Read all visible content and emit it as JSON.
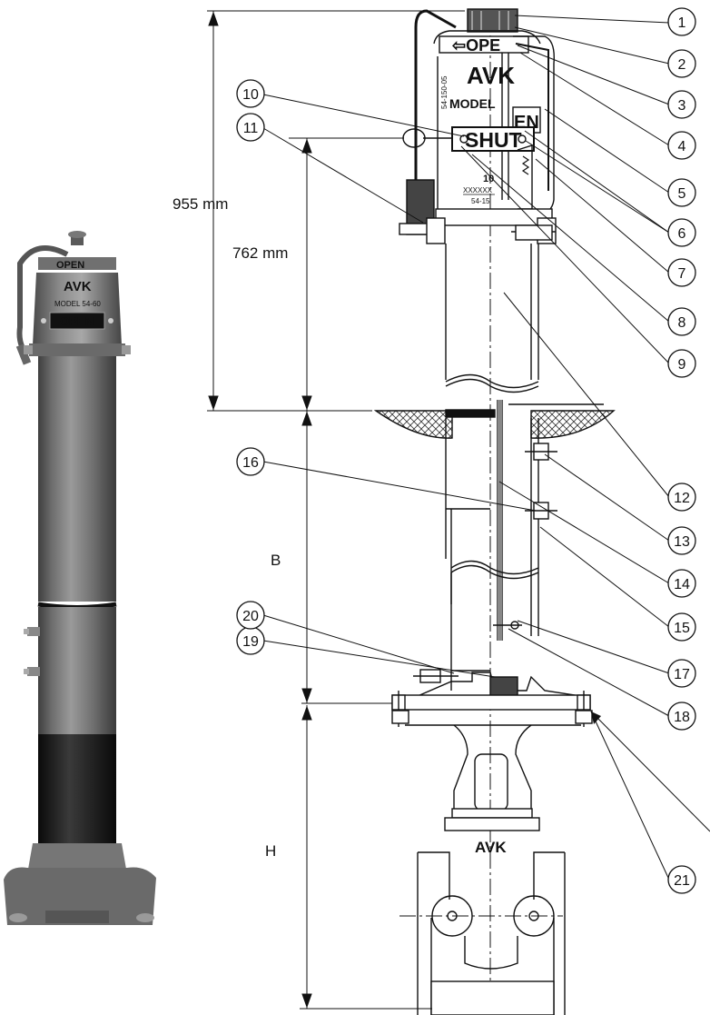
{
  "photo": {
    "cap_text": "OPEN",
    "logo_text": "AVK",
    "model_text": "MODEL 54-60",
    "window_text": "OPEN"
  },
  "drawing": {
    "dimensions": {
      "total_height": "955 mm",
      "bury_height": "762 mm",
      "b_label": "B",
      "h_label": "H"
    },
    "head_texts": {
      "open_arrow": "⇦OPE",
      "logo": "AVK",
      "model": "MODEL",
      "indicator_en": "EN",
      "indicator_shut": "SHUT",
      "serial": "XXXXXX",
      "part_no": "54-15",
      "size": "10",
      "side_no": "54-150-05"
    },
    "valve_logo": "AVK",
    "callouts": [
      "1",
      "2",
      "3",
      "4",
      "5",
      "6",
      "7",
      "8",
      "9",
      "10",
      "11",
      "12",
      "13",
      "14",
      "15",
      "16",
      "17",
      "18",
      "19",
      "20",
      "21"
    ]
  }
}
